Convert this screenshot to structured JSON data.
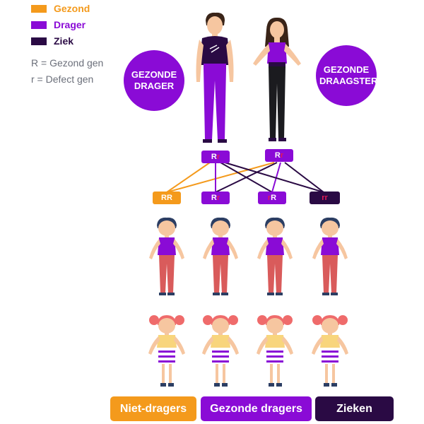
{
  "colors": {
    "healthy": "#f49a1c",
    "carrier": "#8a0bd6",
    "sick": "#2a0a44",
    "defect_gene_letter": "#e11a58",
    "boy_shirt": "#8a0bd6",
    "boy_pants": "#d95b5b",
    "girl_hair": "#ef6b6b",
    "girl_shirt": "#f8d57c",
    "girl_skirt_stripe": "#8a0bd6"
  },
  "legend": {
    "items": [
      {
        "label": "Gezond",
        "color": "#f49a1c"
      },
      {
        "label": "Drager",
        "color": "#8a0bd6"
      },
      {
        "label": "Ziek",
        "color": "#2a0a44"
      }
    ],
    "gene_notes": [
      "R = Gezond gen",
      "r = Defect gen"
    ]
  },
  "parents": {
    "father_label": "GEZONDE DRAGER",
    "mother_label": "GEZONDE DRAAGSTER",
    "father_genes": [
      "R",
      "r"
    ],
    "mother_genes": [
      "R",
      "r"
    ]
  },
  "offspring": [
    {
      "genes": [
        "R",
        "R"
      ],
      "status": "healthy"
    },
    {
      "genes": [
        "R",
        "r"
      ],
      "status": "carrier"
    },
    {
      "genes": [
        "r",
        "R"
      ],
      "status": "carrier"
    },
    {
      "genes": [
        "r",
        "r"
      ],
      "status": "sick"
    }
  ],
  "icons": [
    "father-figure",
    "mother-figure",
    "boy-figure",
    "girl-figure"
  ],
  "bottom_labels": {
    "healthy": "Niet-dragers",
    "carriers": "Gezonde dragers",
    "sick": "Zieken"
  }
}
